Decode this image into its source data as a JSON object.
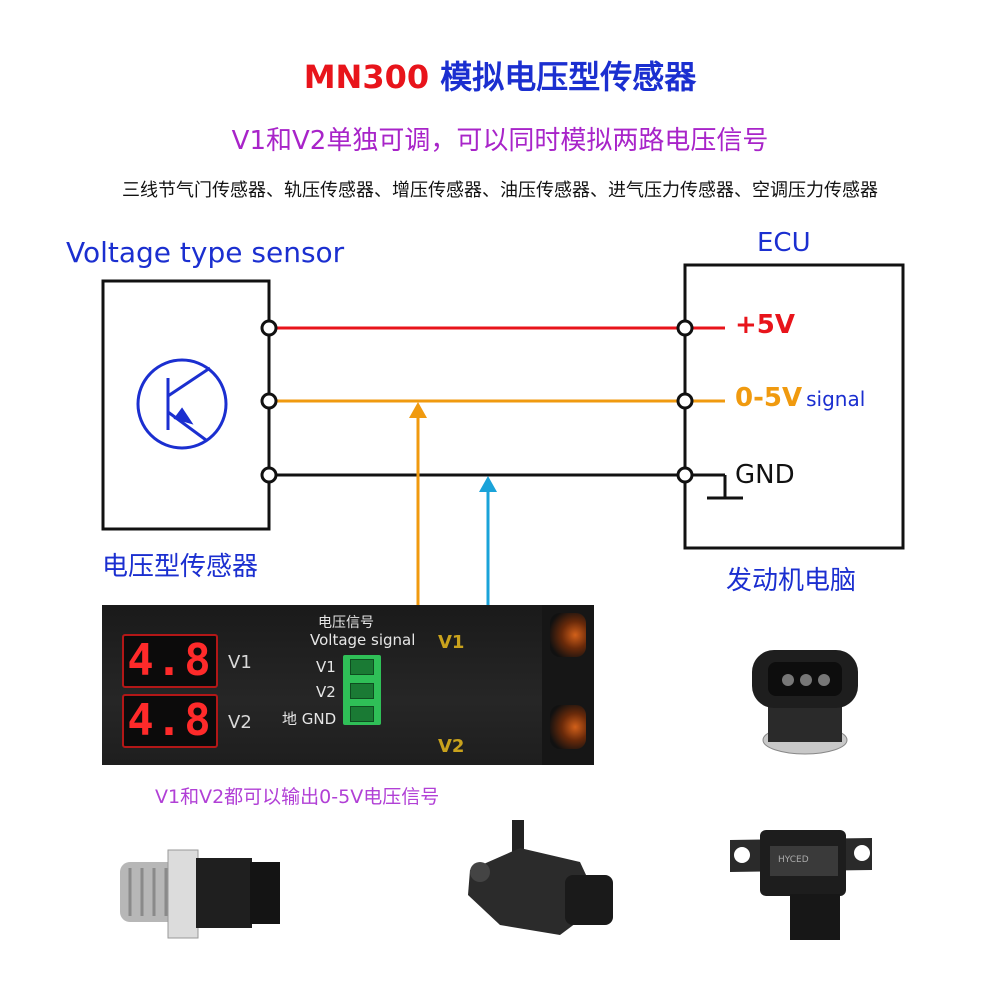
{
  "header": {
    "title_model": "MN300",
    "title_cn": "模拟电压型传感器",
    "subtitle": "V1和V2单独可调，可以同时模拟两路电压信号",
    "types": "三线节气门传感器、轨压传感器、增压传感器、油压传感器、进气压力传感器、空调压力传感器"
  },
  "diagram": {
    "sensor_en": "Voltage type sensor",
    "sensor_cn": "电压型传感器",
    "ecu_label": "ECU",
    "ecu_cn": "发动机电脑",
    "pins": {
      "plus5v": "+5V",
      "signal": "0-5V",
      "signal_suffix": "signal",
      "gnd": "GND"
    },
    "colors": {
      "power": "#e8141b",
      "signal": "#f09a0f",
      "ground": "#111111",
      "v2_wire": "#1aa3d9",
      "label_blue": "#1b2fd0"
    }
  },
  "device": {
    "display_v1": "4.8",
    "display_v2": "4.8",
    "label_v1": "V1",
    "label_v2": "V2",
    "header_cn": "电压信号",
    "header_en": "Voltage signal",
    "terminal_v1": "V1",
    "terminal_v2": "V2",
    "terminal_gnd_cn": "地",
    "terminal_gnd": "GND",
    "knob_v1": "V1",
    "knob_v2": "V2"
  },
  "note": "V1和V2都可以输出0-5V电压信号",
  "sensor_photos": {
    "card": "HYCED"
  }
}
